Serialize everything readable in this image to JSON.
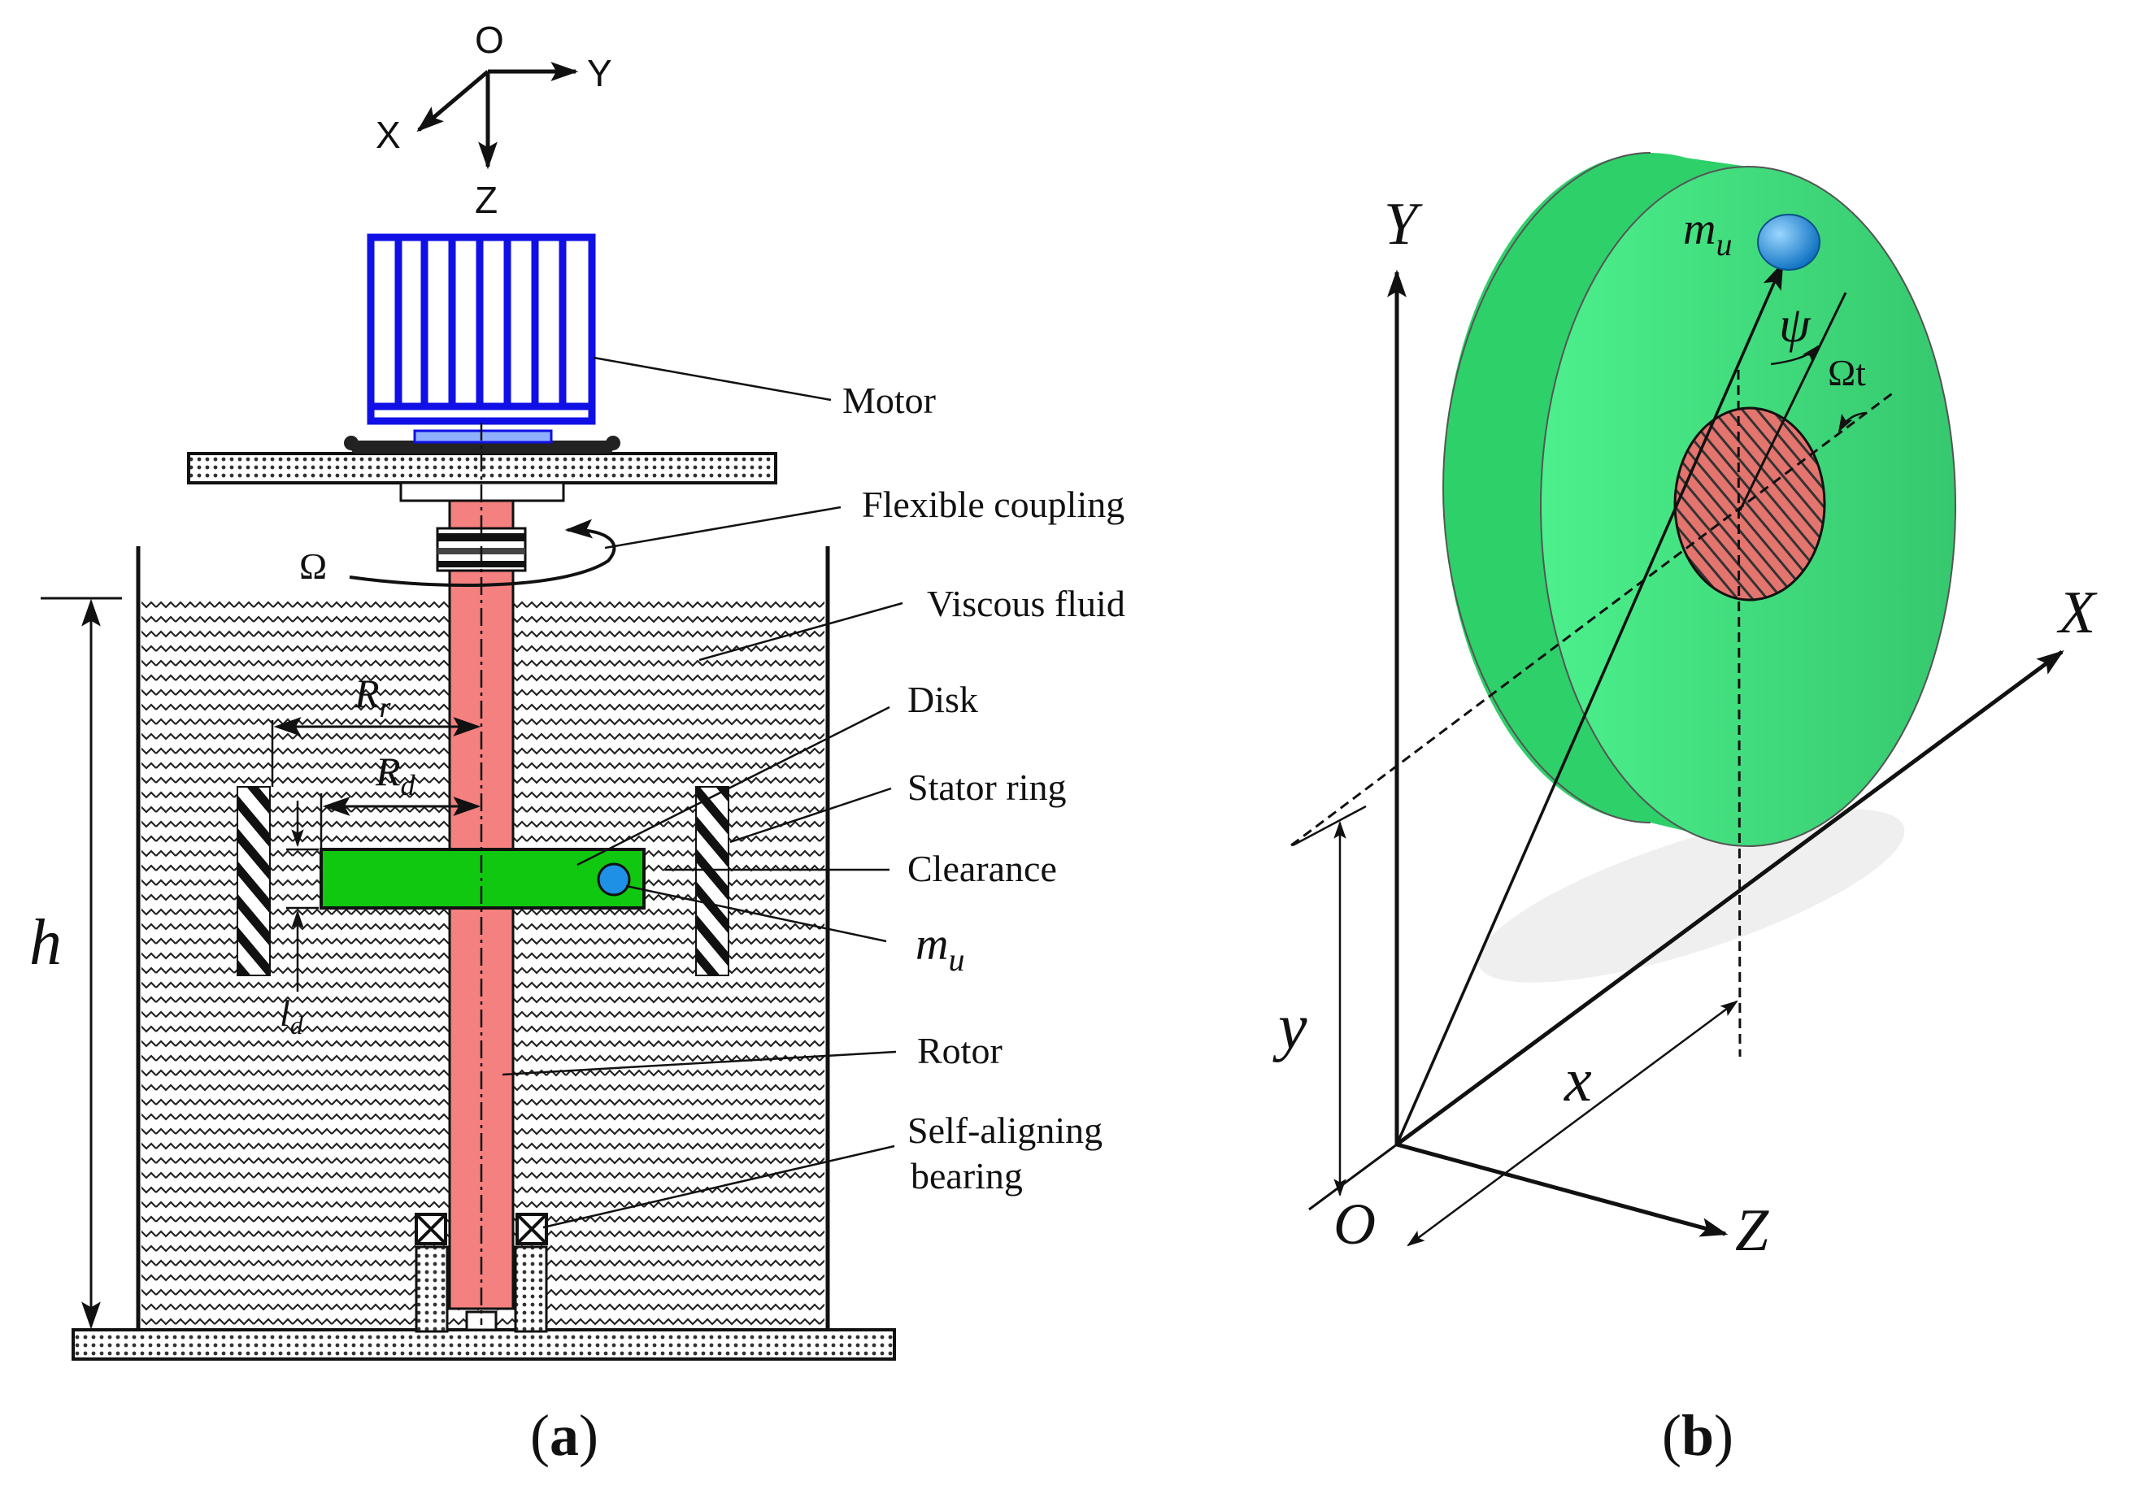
{
  "panel_a": {
    "axes": {
      "origin": "O",
      "x": "X",
      "y": "Y",
      "z": "Z"
    },
    "omega": "Ω",
    "height_label": "h",
    "labels": {
      "motor": "Motor",
      "flexible_coupling": "Flexible coupling",
      "viscous_fluid": "Viscous fluid",
      "disk": "Disk",
      "stator_ring": "Stator ring",
      "clearance": "Clearance",
      "unbalance_mass": "m",
      "unbalance_sub": "u",
      "rotor": "Rotor",
      "bearing_line1": "Self-aligning",
      "bearing_line2": "bearing"
    },
    "dims": {
      "rr": "R",
      "rr_sub": "r",
      "rd": "R",
      "rd_sub": "d",
      "ld": "l",
      "ld_sub": "d"
    },
    "caption": {
      "open": "(",
      "letter": "a",
      "close": ")"
    }
  },
  "panel_b": {
    "axes": {
      "origin": "O",
      "x": "X",
      "y": "Y",
      "z": "Z"
    },
    "mass": "m",
    "mass_sub": "u",
    "psi": "ψ",
    "omega_t": "Ωt",
    "x_disp": "x",
    "y_disp": "y",
    "caption": {
      "open": "(",
      "letter": "b",
      "close": ")"
    }
  },
  "colors": {
    "motor": "#1010e6",
    "rotor": "#f58080",
    "disk_a": "#11c811",
    "disk_b": "#3ee07a",
    "shaft_section": "#e4746e",
    "mass_ball": "#1e90e6"
  }
}
